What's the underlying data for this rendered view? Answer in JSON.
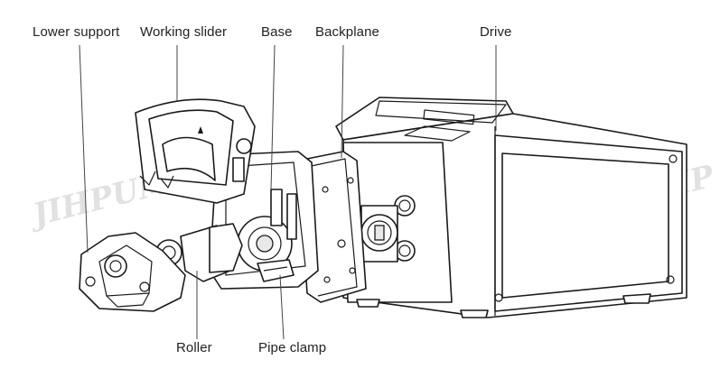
{
  "labels": {
    "lower_support": "Lower support",
    "working_slider": "Working slider",
    "base": "Base",
    "backplane": "Backplane",
    "drive": "Drive",
    "roller": "Roller",
    "pipe_clamp": "Pipe clamp"
  },
  "watermark": "JIHPUMP",
  "colors": {
    "line": "#1a1a1a",
    "fill": "#ffffff",
    "shade": "#e6e6e6",
    "text": "#222222"
  }
}
